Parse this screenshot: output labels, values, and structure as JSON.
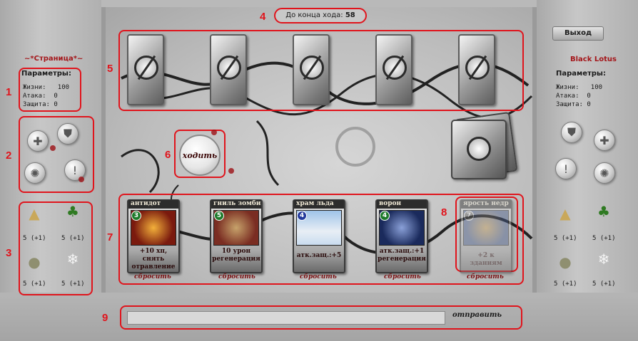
{
  "timer": {
    "label": "До конца хода:",
    "value": "58"
  },
  "exit_label": "Выход",
  "left_player": {
    "name": "~*Страница*~",
    "params_title": "Параметры:",
    "stats": [
      {
        "label": "Жизни:",
        "value": "100"
      },
      {
        "label": "Атака:",
        "value": "0"
      },
      {
        "label": "Защита:",
        "value": "0"
      }
    ],
    "actions": [
      "heal-icon",
      "shield-icon",
      "snowflake-blast-icon",
      "drop-icon"
    ],
    "resources": [
      {
        "icon": "gold-icon",
        "value": "5 (+1)"
      },
      {
        "icon": "tree-icon",
        "value": "5 (+1)"
      },
      {
        "icon": "stone-icon",
        "value": "5 (+1)"
      },
      {
        "icon": "snowflake-icon",
        "value": "5 (+1)"
      }
    ]
  },
  "right_player": {
    "name": "Black Lotus",
    "params_title": "Параметры:",
    "stats": [
      {
        "label": "Жизни:",
        "value": "100"
      },
      {
        "label": "Атака:",
        "value": "0"
      },
      {
        "label": "Защита:",
        "value": "0"
      }
    ],
    "actions": [
      "shield-icon",
      "heal-icon",
      "drop-icon",
      "snowflake-blast-icon"
    ],
    "resources": [
      {
        "icon": "gold-icon",
        "value": "5 (+1)"
      },
      {
        "icon": "tree-icon",
        "value": "5 (+1)"
      },
      {
        "icon": "stone-icon",
        "value": "5 (+1)"
      },
      {
        "icon": "snowflake-icon",
        "value": "5 (+1)"
      }
    ]
  },
  "go_label": "ходить",
  "hand": [
    {
      "title": "антидот",
      "cost": "3",
      "cost_color": "#1d7a2a",
      "desc": "+10 хп, снять отравление",
      "art": "#7a1a0e",
      "discard": "сбросить"
    },
    {
      "title": "гниль зомби",
      "cost": "5",
      "cost_color": "#1d7a2a",
      "desc": "10 урон регенерация",
      "art": "#7a2d22",
      "discard": "сбросить"
    },
    {
      "title": "храм льда",
      "cost": "4",
      "cost_color": "#233a9c",
      "desc": "атк.защ.:+5",
      "art": "#c9dcef",
      "discard": "сбросить"
    },
    {
      "title": "ворон",
      "cost": "4",
      "cost_color": "#1d7a2a",
      "desc": "атк.защ.:+1 регенерация",
      "art": "#1a2a5c",
      "discard": "сбросить"
    },
    {
      "title": "ярость недр",
      "cost": "7",
      "cost_color": "#6a6a6a",
      "desc": "+2 к зданиям",
      "art": "#4a5e8c",
      "discard": "сбросить",
      "faded": true
    }
  ],
  "send_label": "отправить",
  "annotations": [
    "1",
    "2",
    "3",
    "4",
    "5",
    "6",
    "7",
    "8",
    "9"
  ]
}
